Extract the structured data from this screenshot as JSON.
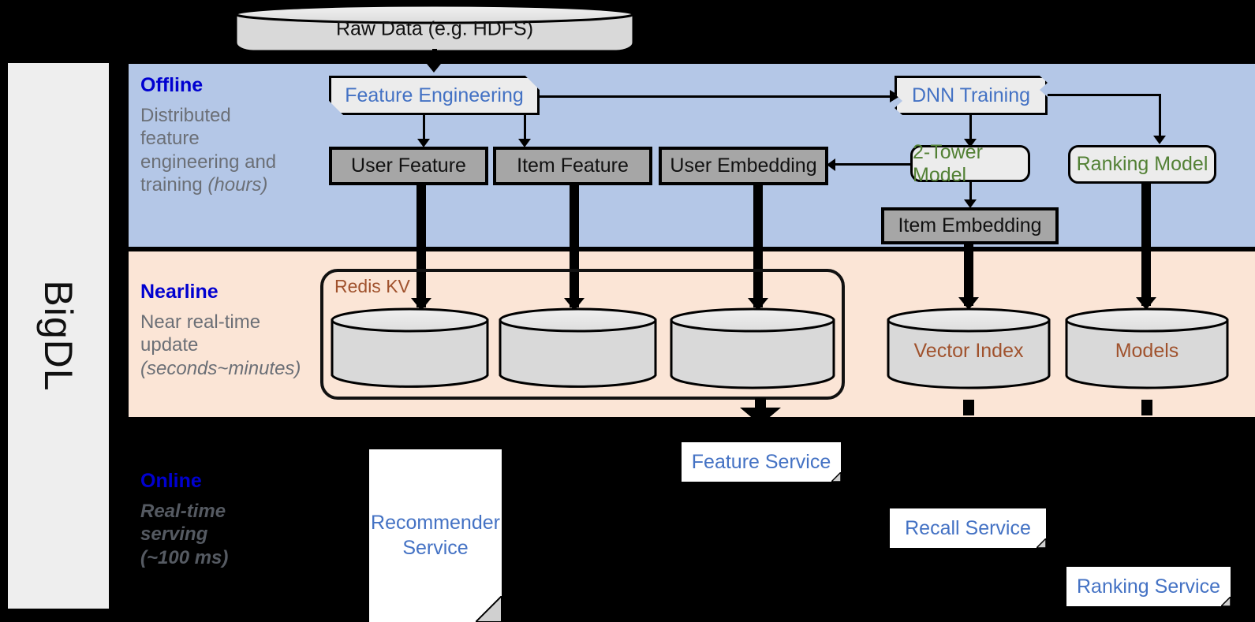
{
  "sidebar": {
    "label": "BigDL"
  },
  "bands": [
    {
      "id": "offline",
      "title": "Offline",
      "subtitle_lines": [
        "Distributed",
        "feature",
        "engineering and",
        "training "
      ],
      "subtitle_italic": "(hours)"
    },
    {
      "id": "nearline",
      "title": "Nearline",
      "subtitle_lines": [
        "Near real-time",
        "update"
      ],
      "subtitle_italic": "(seconds~minutes)"
    },
    {
      "id": "online",
      "title": "Online",
      "subtitle_lines": [
        "Real-time",
        "serving"
      ],
      "subtitle_italic": "(~100 ms)"
    }
  ],
  "nodes": {
    "raw_data": "Raw Data (e.g. HDFS)",
    "feature_engineering": "Feature Engineering",
    "dnn_training": "DNN Training",
    "user_feature": "User Feature",
    "item_feature": "Item Feature",
    "user_embedding": "User Embedding",
    "two_tower_model": "2-Tower Model",
    "ranking_model": "Ranking Model",
    "item_embedding": "Item Embedding",
    "redis_kv": "Redis KV",
    "vector_index": "Vector Index",
    "models": "Models",
    "feature_service": "Feature Service",
    "recommender_service_l1": "Recommender",
    "recommender_service_l2": "Service",
    "recall_service": "Recall Service",
    "ranking_service": "Ranking Service"
  },
  "colors": {
    "offline_band": "#b4c7e7",
    "nearline_band": "#fbe5d6",
    "online_band": "#000000",
    "band_title": "#0000d0",
    "blue_text": "#4472c4",
    "green_text": "#538135",
    "brown_text": "#a0522d",
    "gray_box": "#a6a6a6",
    "light_box": "#ececec",
    "sidebar": "#eeeeee"
  }
}
